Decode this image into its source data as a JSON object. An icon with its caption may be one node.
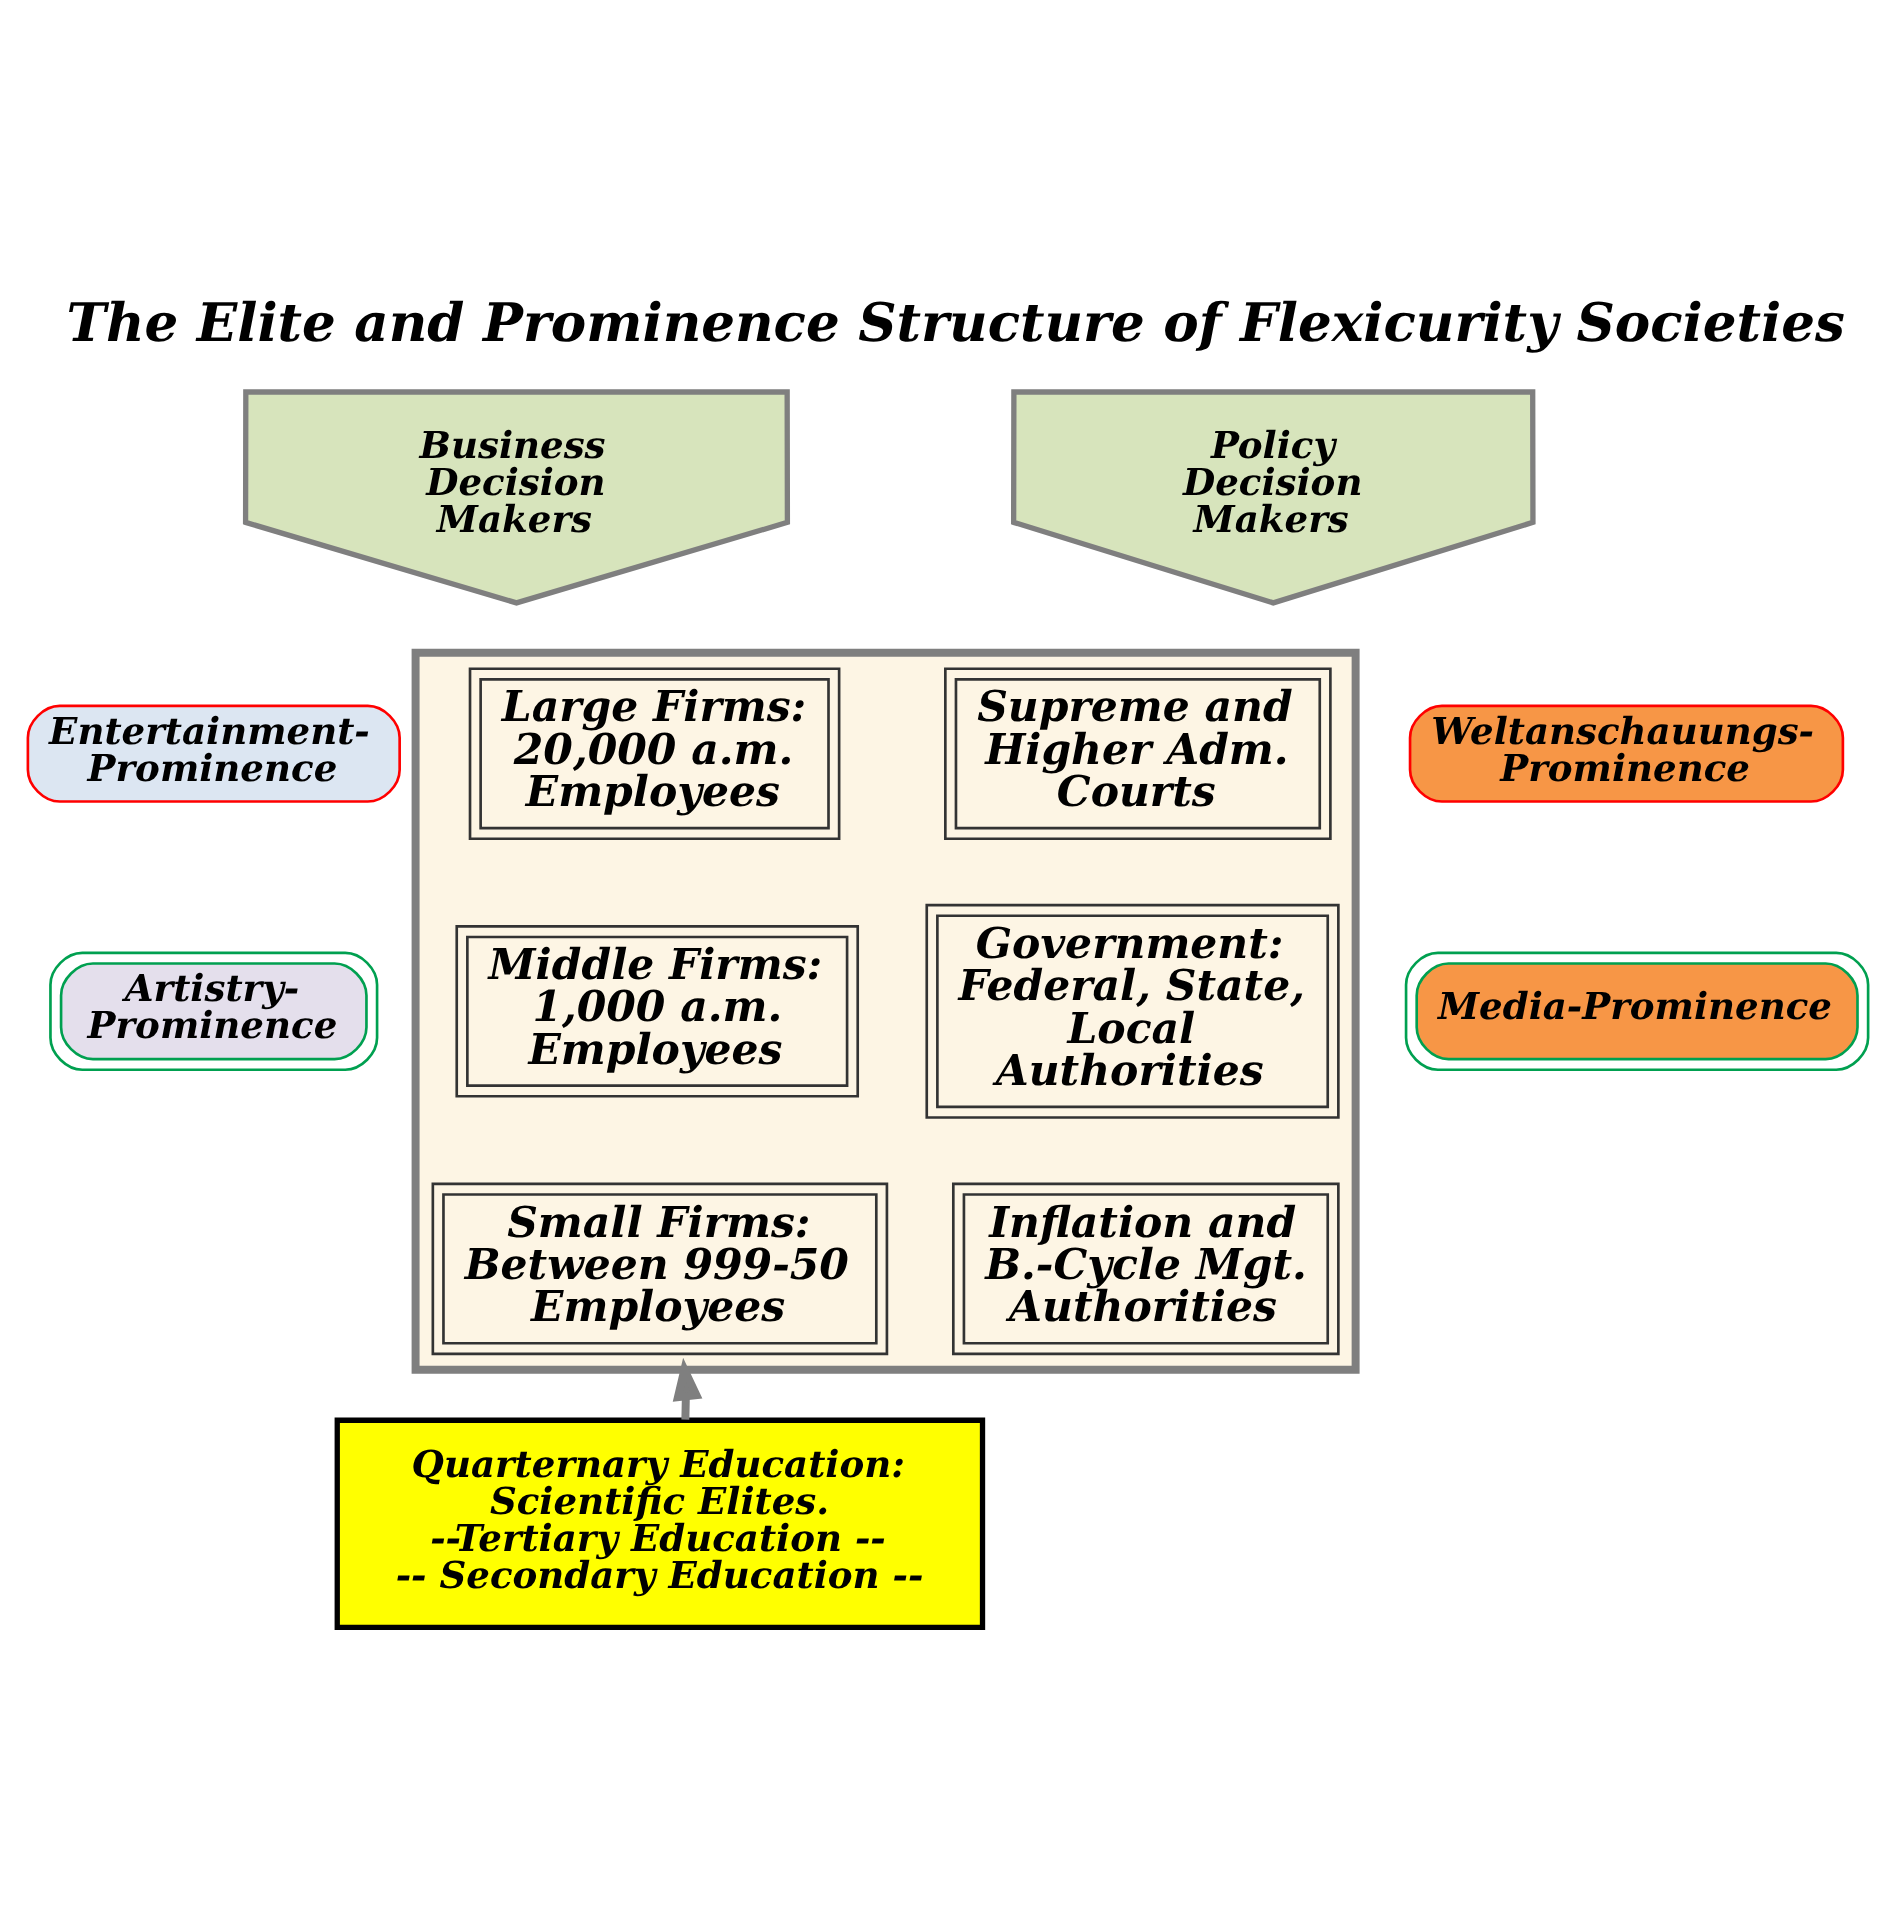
{
  "diagram": {
    "title": "The Elite and Prominence Structure of Flexicurity Societies",
    "nodes": [
      {
        "text": [
          "Business Decision Makers"
        ]
      },
      {
        "text": [
          "Policy Decision Makers"
        ]
      },
      {
        "text": [],
        "shape": "box"
      },
      {
        "text": [
          "Large Firms: 20,000 a.m. Employees"
        ],
        "in": 2
      },
      {
        "text": [
          "Supreme and Higher Adm. Courts"
        ],
        "in": 2
      },
      {
        "text": [
          "Middle Firms: 1,000 a.m. Employees"
        ],
        "in": 2
      },
      {
        "text": [
          "Government: Federal, State, Local Authorities"
        ],
        "in": 2
      },
      {
        "text": [
          "Small Firms: Between 999-50 Employees"
        ],
        "in": 2
      },
      {
        "text": [
          "Inflation and B.-Cycle Mgt. Authorities"
        ],
        "in": 2
      },
      {
        "text": [
          "Entertainment-Prominence"
        ]
      },
      {
        "text": [
          "Weltanschauungs-Prominence"
        ]
      },
      {
        "text": [
          "Artistry-Prominence"
        ]
      },
      {
        "text": [
          "Media-Prominence"
        ]
      },
      {
        "text": [
          "Quarternary Education: Scientific Elites.",
          "--Tertiary Education --",
          "-- Secondary Education --"
        ]
      }
    ],
    "edges": [
      {
        "from": 13,
        "to": 2,
        "arrow": "to"
      }
    ]
  }
}
